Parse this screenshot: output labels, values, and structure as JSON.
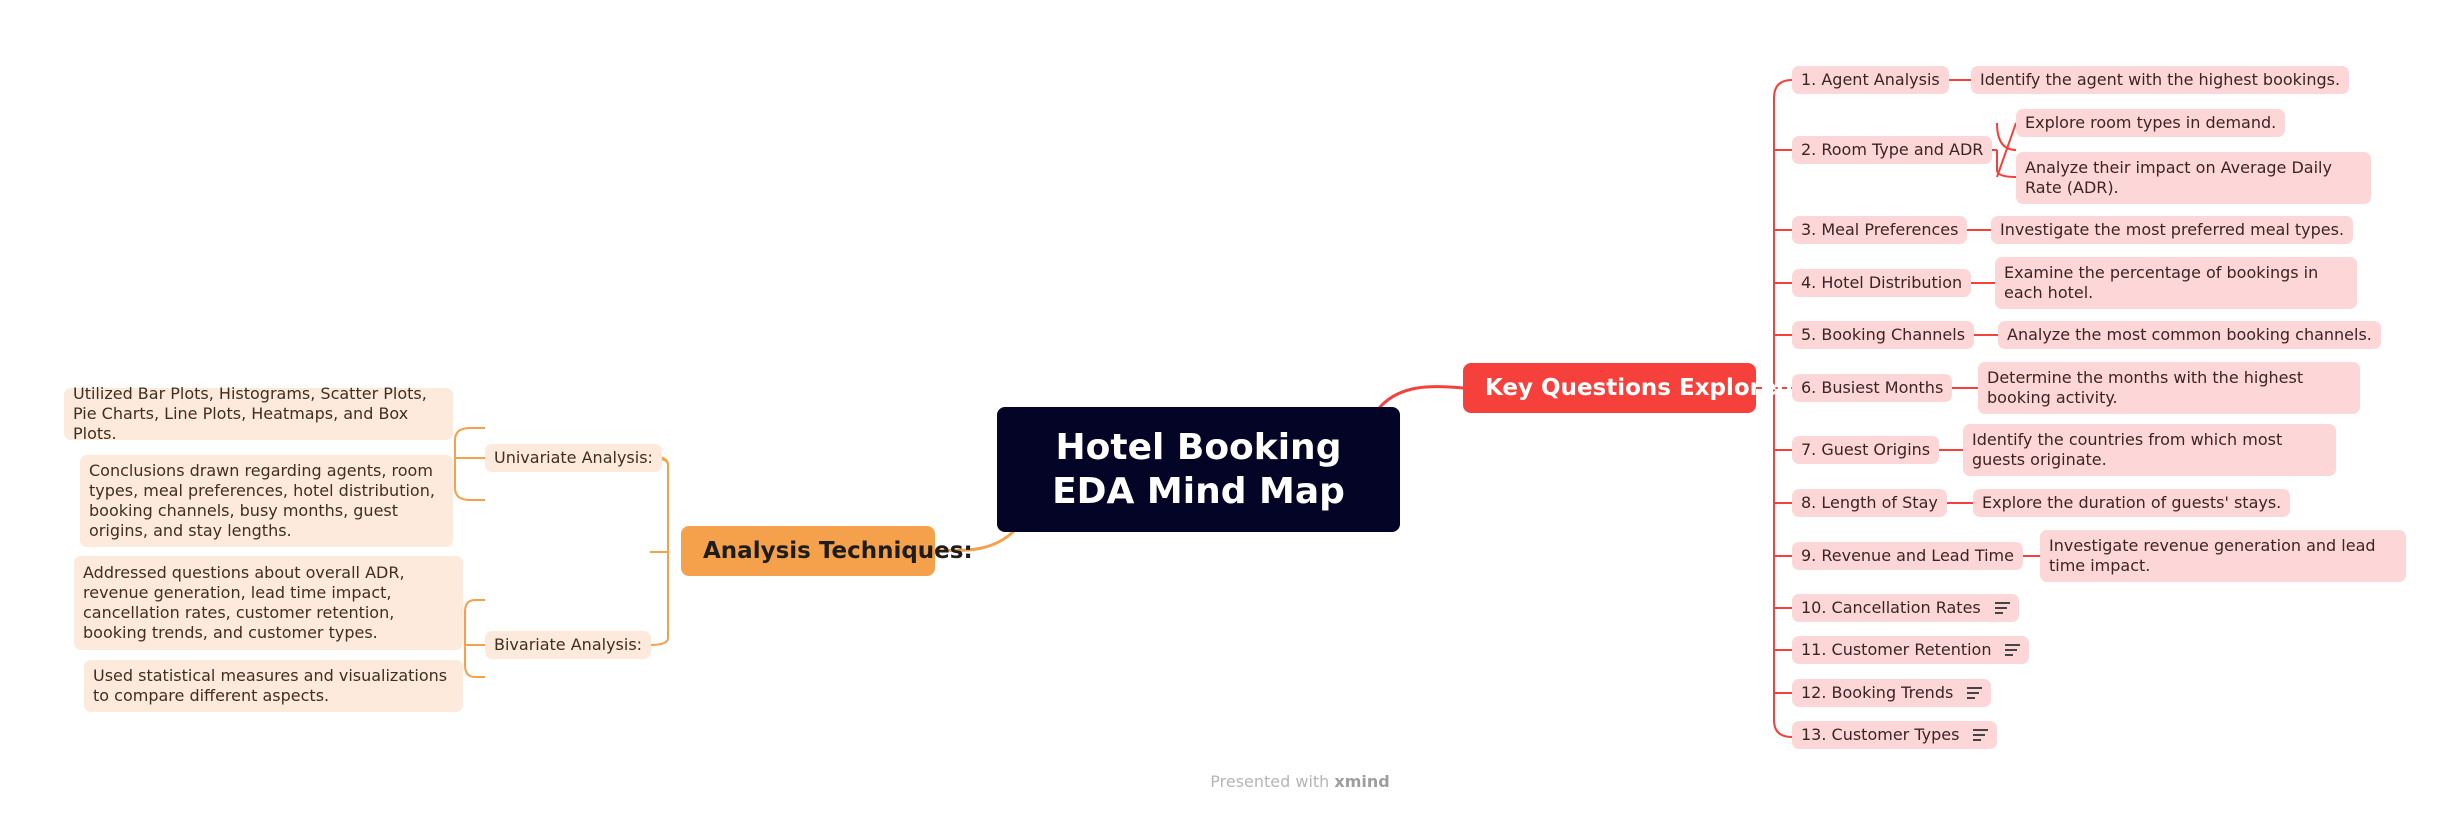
{
  "central": {
    "title": "Hotel Booking EDA Mind Map"
  },
  "key_questions": {
    "label": "Key Questions Explored:",
    "items": [
      {
        "label": "1. Agent Analysis",
        "details": [
          "Identify the agent with the highest bookings."
        ]
      },
      {
        "label": "2. Room Type and ADR",
        "details": [
          "Explore room types in demand.",
          "Analyze their impact on Average Daily Rate (ADR)."
        ]
      },
      {
        "label": "3. Meal Preferences",
        "details": [
          "Investigate the most preferred meal types."
        ]
      },
      {
        "label": "4. Hotel Distribution",
        "details": [
          "Examine the percentage of bookings in each hotel."
        ]
      },
      {
        "label": "5. Booking Channels",
        "details": [
          "Analyze the most common booking channels."
        ]
      },
      {
        "label": "6. Busiest Months",
        "details": [
          "Determine the months with the highest booking activity."
        ]
      },
      {
        "label": "7. Guest Origins",
        "details": [
          "Identify the countries from which most guests originate."
        ]
      },
      {
        "label": "8. Length of Stay",
        "details": [
          "Explore the duration of guests' stays."
        ]
      },
      {
        "label": "9. Revenue and Lead Time",
        "details": [
          "Investigate revenue generation and lead time impact."
        ]
      },
      {
        "label": "10. Cancellation Rates",
        "notes_icon": "notes-icon"
      },
      {
        "label": "11. Customer Retention",
        "notes_icon": "notes-icon"
      },
      {
        "label": "12. Booking Trends",
        "notes_icon": "notes-icon"
      },
      {
        "label": "13. Customer Types",
        "notes_icon": "notes-icon"
      }
    ]
  },
  "analysis": {
    "label": "Analysis Techniques:",
    "groups": [
      {
        "label": "Univariate Analysis:",
        "details": [
          "Utilized Bar Plots, Histograms, Scatter Plots, Pie Charts, Line Plots, Heatmaps, and Box Plots.",
          "Conclusions drawn regarding agents, room types, meal preferences, hotel distribution, booking channels, busy months, guest origins, and stay lengths."
        ]
      },
      {
        "label": "Bivariate Analysis:",
        "details": [
          "Addressed questions about overall ADR, revenue generation, lead time impact, cancellation rates, customer retention, booking trends, and customer types.",
          "Used statistical measures and visualizations to compare different aspects."
        ]
      }
    ]
  },
  "footer": {
    "prefix": "Presented with",
    "brand": "xmind"
  },
  "colors": {
    "central": "#030426",
    "red": "#f5403b",
    "orange": "#f5a04a",
    "red_light": "#fdd7d7",
    "orange_light": "#fdeadc"
  }
}
